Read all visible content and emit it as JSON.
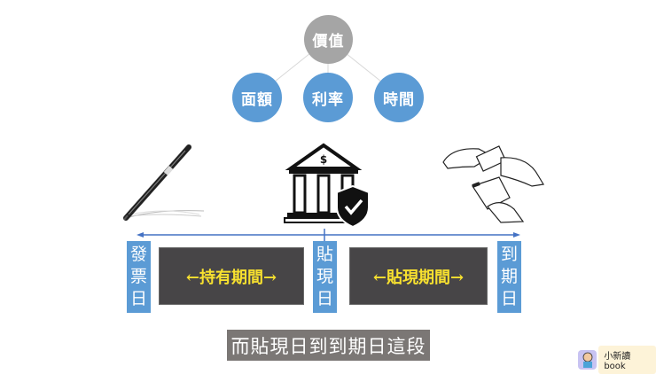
{
  "hierarchy": {
    "root": "價值",
    "children": [
      "面額",
      "利率",
      "時間"
    ]
  },
  "timeline": {
    "points": [
      {
        "label": "發票日",
        "chars": [
          "發",
          "票",
          "日"
        ]
      },
      {
        "label": "貼現日",
        "chars": [
          "貼",
          "現",
          "日"
        ]
      },
      {
        "label": "到期日",
        "chars": [
          "到",
          "期",
          "日"
        ]
      }
    ],
    "periods": [
      {
        "label": "←持有期間→"
      },
      {
        "label": "←貼現期間→"
      }
    ]
  },
  "illustrations": [
    "pen-signing",
    "bank-with-shield",
    "hands-exchanging-money"
  ],
  "subtitle": "而貼現日到到期日這段",
  "brand": {
    "label": "小新讀book"
  },
  "colors": {
    "blue": "#5b9bd5",
    "gray": "#a5a5a5",
    "period_bg": "#474547",
    "period_text": "#f8e12f",
    "subtitle_bg": "#7b7775"
  }
}
